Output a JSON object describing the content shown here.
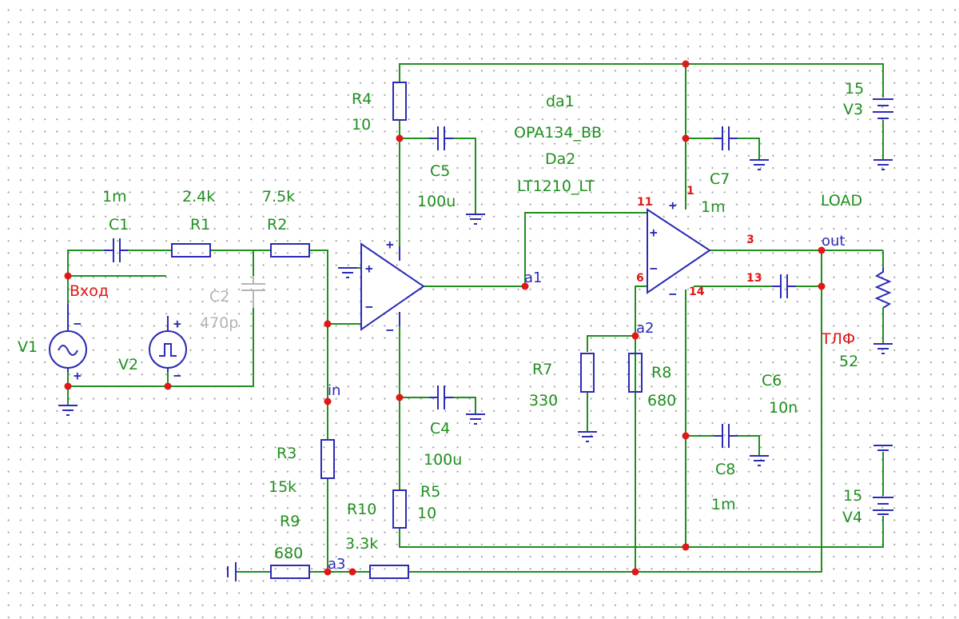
{
  "components": {
    "c1": {
      "name": "C1",
      "value": "1m"
    },
    "r1": {
      "name": "R1",
      "value": "2.4k"
    },
    "r2": {
      "name": "R2",
      "value": "7.5k"
    },
    "c2": {
      "name": "C2",
      "value": "470p"
    },
    "r4": {
      "name": "R4",
      "value": "10"
    },
    "c5": {
      "name": "C5",
      "value": "100u"
    },
    "da": {
      "line1": "da1",
      "line2": "OPA134_BB",
      "line3": "Da2",
      "line4": "LT1210_LT"
    },
    "c7": {
      "name": "C7",
      "value": "1m"
    },
    "v3": {
      "value": "15",
      "name": "V3"
    },
    "load": {
      "name": "LOAD"
    },
    "v1": {
      "name": "V1"
    },
    "v2": {
      "name": "V2"
    },
    "tlf": {
      "name": "ТЛФ",
      "value": "52"
    },
    "r7": {
      "name": "R7",
      "value": "330"
    },
    "r8": {
      "name": "R8",
      "value": "680"
    },
    "c6": {
      "name": "C6",
      "value": "10n"
    },
    "c4": {
      "name": "C4",
      "value": "100u"
    },
    "c8": {
      "name": "C8",
      "value": "1m"
    },
    "r3": {
      "name": "R3",
      "value": "15k"
    },
    "r5": {
      "name": "R5",
      "value": "10"
    },
    "r9": {
      "name": "R9",
      "value": "680"
    },
    "r10": {
      "name": "R10",
      "value": "3.3k"
    },
    "v4": {
      "value": "15",
      "name": "V4"
    }
  },
  "labels": {
    "input": "Вход",
    "net_a1": "a1",
    "net_a2": "a2",
    "net_a3": "a3",
    "net_in": "in",
    "net_out": "out"
  },
  "pins": {
    "p1": "1",
    "p3": "3",
    "p6": "6",
    "p11": "11",
    "p13": "13",
    "p14": "14"
  },
  "signs": {
    "plus": "+",
    "minus": "−"
  },
  "colors": {
    "wire": "#1f8f1f",
    "component": "#2b2bb8",
    "junction": "#e01818",
    "disabled": "#b5b5b5",
    "background": "#ffffff"
  }
}
